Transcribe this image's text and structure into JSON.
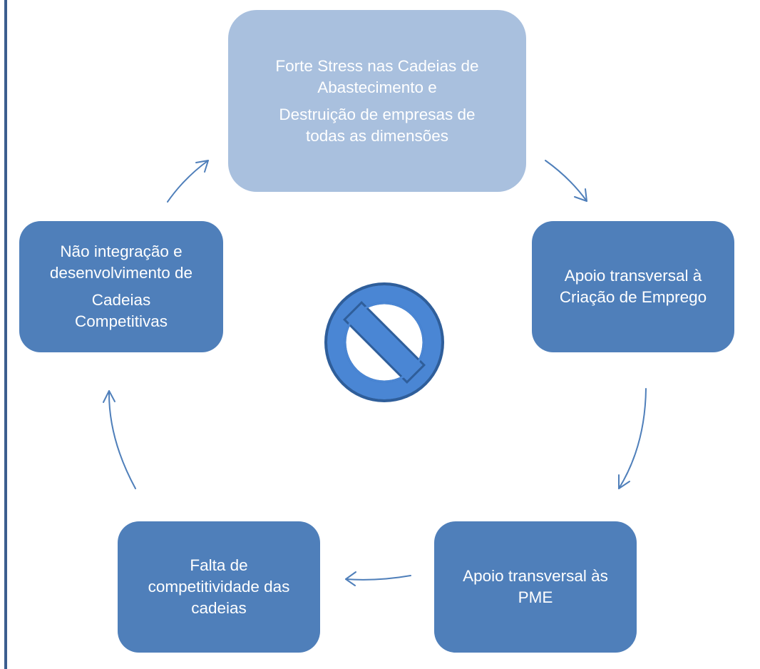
{
  "cycle": {
    "top": {
      "lines": [
        "Forte  Stress nas  Cadeias de",
        "Abastecimento e"
      ],
      "lines2": [
        "Destruição de empresas  de",
        "todas as dimensões"
      ]
    },
    "right": {
      "lines": [
        "Apoio transversal à",
        "Criação de Emprego"
      ]
    },
    "bottom_right": {
      "lines": [
        "Apoio transversal às",
        "PME"
      ]
    },
    "bottom_left": {
      "lines": [
        "Falta de",
        "competitividade das",
        "cadeias"
      ]
    },
    "left": {
      "lines": [
        "Não integração e",
        "desenvolvimento de"
      ],
      "lines2": [
        "Cadeias",
        "Competitivas"
      ]
    }
  },
  "center_icon": {
    "name": "prohibition-icon",
    "fill": "#4a86d4",
    "stroke": "#2f5e9a"
  },
  "colors": {
    "node_fill": "#4f7fba",
    "top_node_fill": "#a9c0de",
    "arrow": "#4f7fba",
    "left_rule": "#3b5e8f"
  }
}
